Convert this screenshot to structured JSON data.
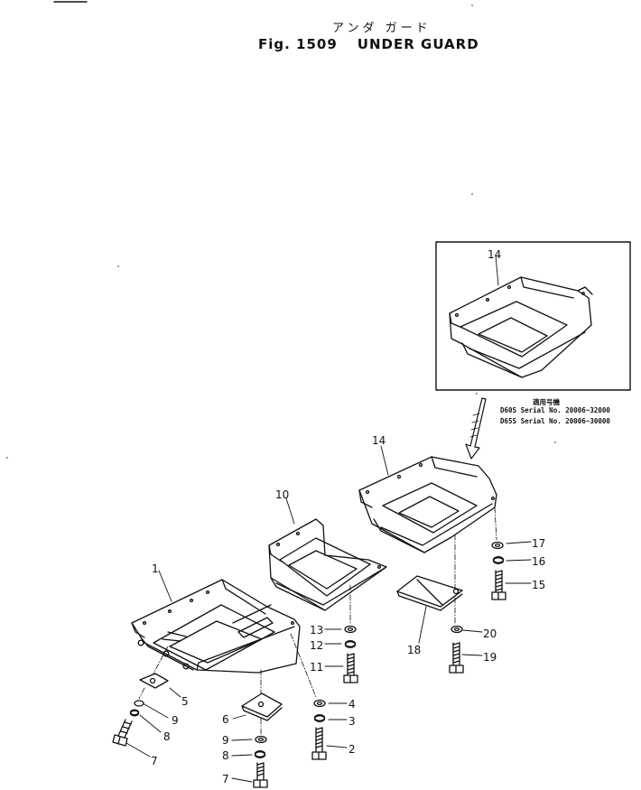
{
  "header": {
    "katakana": "アンダ ガード",
    "fig_label": "Fig. 1509",
    "title": "UNDER GUARD"
  },
  "applicability": {
    "heading": "適用号機",
    "rows": [
      "D60S Serial No. 20006~32000",
      "D65S Serial No. 20006~30000"
    ]
  },
  "part_numbers": {
    "p1": "1",
    "p2": "2",
    "p3": "3",
    "p4": "4",
    "p5": "5",
    "p6": "6",
    "p7": "7",
    "p7b": "7",
    "p8": "8",
    "p8b": "8",
    "p9": "9",
    "p9b": "9",
    "p10": "10",
    "p11": "11",
    "p12": "12",
    "p13": "13",
    "p14": "14",
    "p14_inset": "14",
    "p15": "15",
    "p16": "16",
    "p17": "17",
    "p18": "18",
    "p19": "19",
    "p20": "20"
  }
}
